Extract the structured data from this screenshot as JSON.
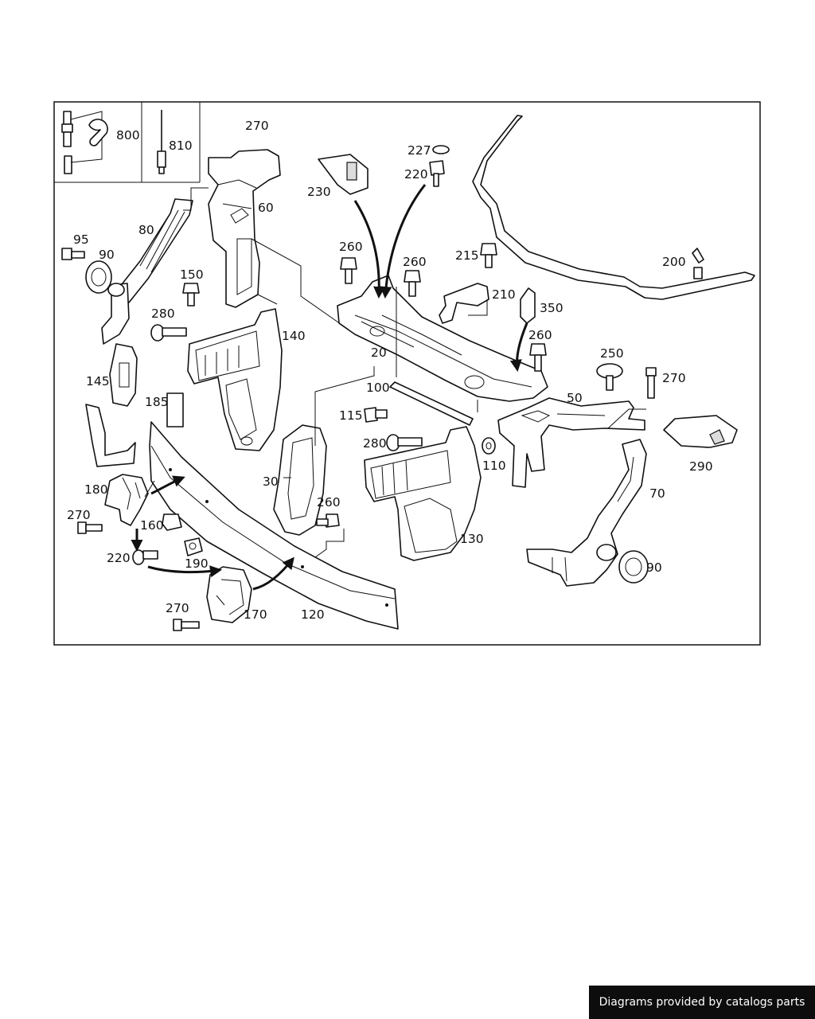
{
  "callouts": {
    "c800": "800",
    "c810": "810",
    "c270a": "270",
    "c60": "60",
    "c80": "80",
    "c95": "95",
    "c90a": "90",
    "c150": "150",
    "c280a": "280",
    "c140": "140",
    "c145": "145",
    "c185": "185",
    "c180": "180",
    "c270b": "270",
    "c160": "160",
    "c220a": "220",
    "c190": "190",
    "c270c": "270",
    "c170": "170",
    "c120": "120",
    "c30": "30",
    "c260a": "260",
    "c130": "130",
    "c280b": "280",
    "c115": "115",
    "c100": "100",
    "c110": "110",
    "c20": "20",
    "c230": "230",
    "c227": "227",
    "c220b": "220",
    "c260b": "260",
    "c260c": "260",
    "c215": "215",
    "c210": "210",
    "c350": "350",
    "c260d": "260",
    "c250": "250",
    "c270d": "270",
    "c50": "50",
    "c200": "200",
    "c290": "290",
    "c70": "70",
    "c90b": "90"
  },
  "footer": {
    "caption": "Diagrams provided by catalogs parts"
  }
}
